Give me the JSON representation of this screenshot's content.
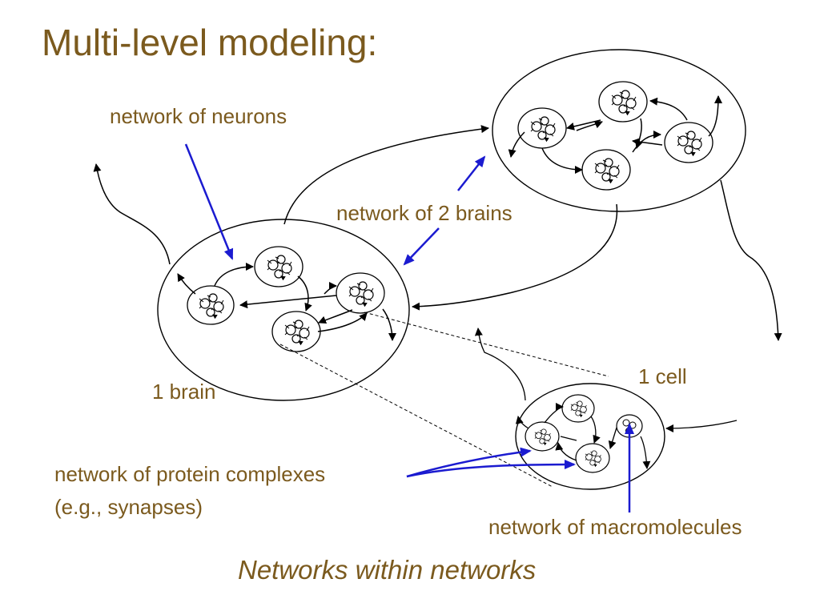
{
  "slide": {
    "title": "Multi-level modeling:",
    "caption": "Networks within networks",
    "text_color": "#7b5a1e",
    "arrow_color": "#1b1bd0",
    "line_color": "#000000"
  },
  "labels": {
    "network_of_neurons": "network of neurons",
    "network_of_2_brains": "network of 2 brains",
    "one_brain": "1 brain",
    "one_cell": "1 cell",
    "network_of_protein_complexes": "network of protein complexes",
    "synapses_example": "(e.g., synapses)",
    "network_of_macromolecules": "network of macromolecules"
  }
}
